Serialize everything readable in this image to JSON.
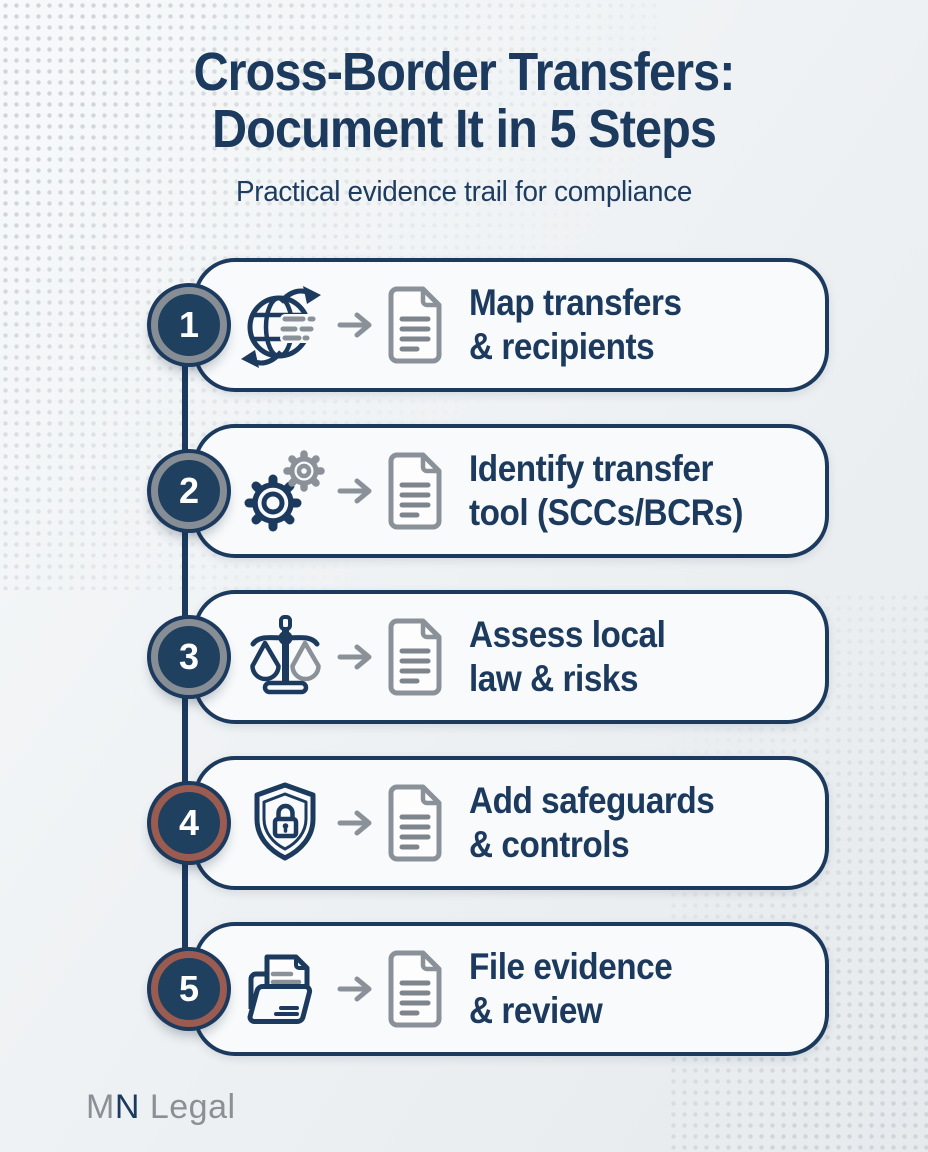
{
  "header": {
    "title_line1": "Cross-Border Transfers:",
    "title_line2": "Document It in 5 Steps",
    "subtitle": "Practical evidence trail for compliance"
  },
  "steps": [
    {
      "number": "1",
      "line1": "Map transfers",
      "line2": "& recipients",
      "icon": "globe-transfer-icon",
      "ring": "gray"
    },
    {
      "number": "2",
      "line1": "Identify transfer",
      "line2": "tool (SCCs/BCRs)",
      "icon": "gears-icon",
      "ring": "gray"
    },
    {
      "number": "3",
      "line1": "Assess local",
      "line2": "law & risks",
      "icon": "scales-icon",
      "ring": "gray"
    },
    {
      "number": "4",
      "line1": "Add safeguards",
      "line2": "& controls",
      "icon": "shield-lock-icon",
      "ring": "maroon"
    },
    {
      "number": "5",
      "line1": "File evidence",
      "line2": "& review",
      "icon": "folder-documents-icon",
      "ring": "maroon"
    }
  ],
  "brand": {
    "letter_m": "M",
    "letter_n": "N",
    "word": " Legal"
  },
  "colors": {
    "navy": "#1c3a5e",
    "icon_gray": "#8b9199",
    "ring_gray": "#878d94",
    "ring_maroon": "#9a5b50",
    "card_bg": "#f8fafb",
    "page_bg": "#edf0f3",
    "dots": "#cfd3d8",
    "number_text": "#ffffff",
    "brand_gray": "#8b9096"
  }
}
